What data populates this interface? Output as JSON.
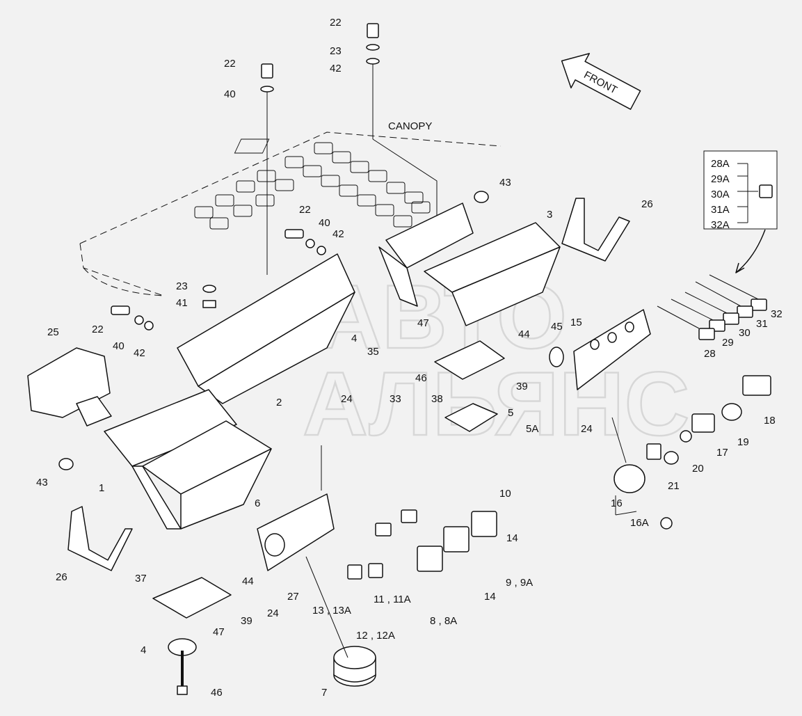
{
  "diagram": {
    "canopy_label": "CANOPY",
    "front_label": "FRONT",
    "watermark": [
      "АВТО",
      "АЛЬЯНС"
    ],
    "variant_list": [
      "28A",
      "29A",
      "30A",
      "31A",
      "32A"
    ],
    "callouts": [
      "22",
      "23",
      "42",
      "22",
      "40",
      "22",
      "40",
      "42",
      "23",
      "41",
      "22",
      "40",
      "42",
      "25",
      "43",
      "1",
      "26",
      "2",
      "47",
      "35",
      "46",
      "24",
      "33",
      "4",
      "43",
      "3",
      "26",
      "44",
      "39",
      "38",
      "5",
      "5A",
      "45",
      "15",
      "24",
      "32",
      "31",
      "30",
      "29",
      "28",
      "18",
      "19",
      "17",
      "20",
      "21",
      "16",
      "16A",
      "10",
      "14",
      "9 , 9A",
      "14",
      "6",
      "44",
      "27",
      "24",
      "13 , 13A",
      "11 , 11A",
      "12 , 12A",
      "8 , 8A",
      "7",
      "37",
      "39",
      "47",
      "4",
      "46"
    ]
  }
}
